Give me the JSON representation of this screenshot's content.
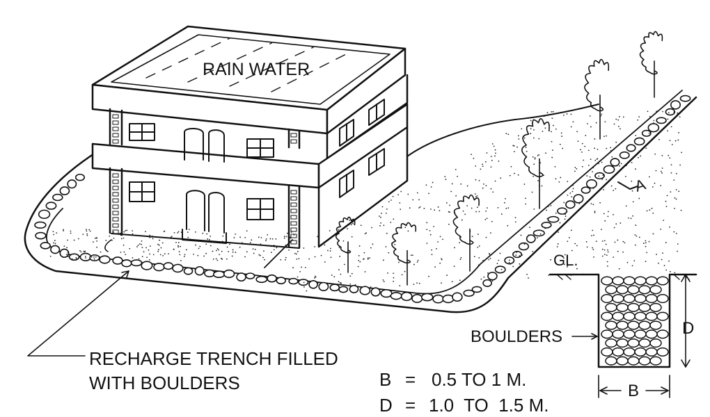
{
  "labels": {
    "roof": "RAIN WATER",
    "ground_level": "GL.",
    "section_marker": "A",
    "boulders": "BOULDERS",
    "depth": "D",
    "breadth": "B",
    "trench_line1": "RECHARGE TRENCH FILLED",
    "trench_line2": "WITH BOULDERS"
  },
  "dimensions": {
    "b_line": {
      "symbol": "B",
      "eq": "=",
      "value": "0.5 TO 1 M."
    },
    "d_line": {
      "symbol": "D",
      "eq": "=",
      "value": "1.0  TO  1.5 M."
    }
  },
  "colors": {
    "ink": "#111111",
    "paper": "#ffffff"
  }
}
